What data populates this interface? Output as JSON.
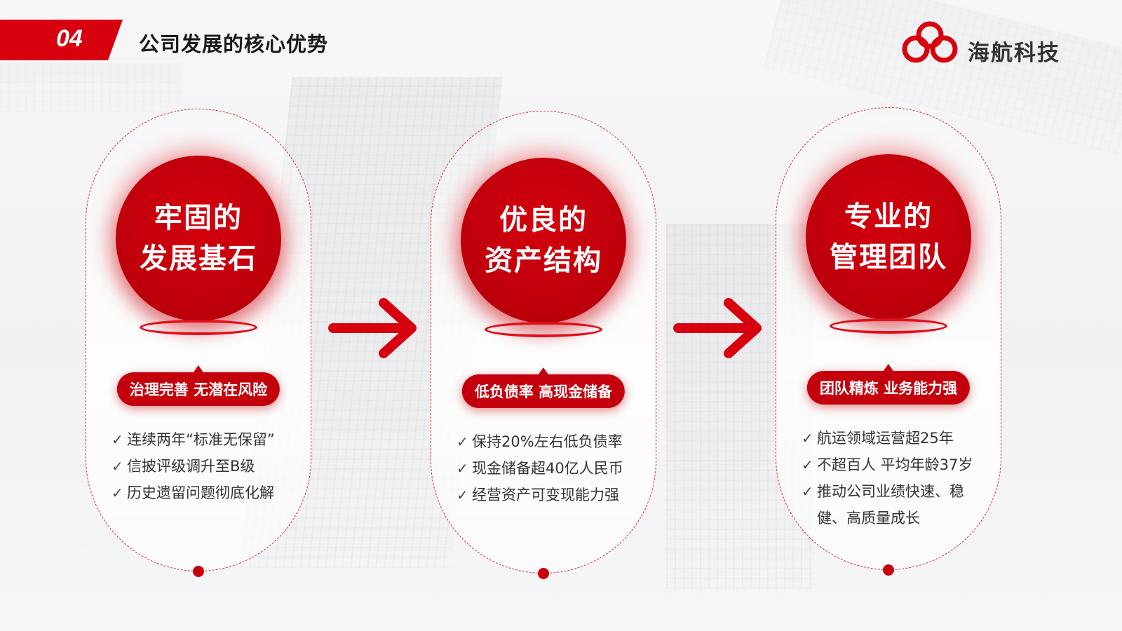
{
  "header": {
    "number": "04",
    "title": "公司发展的核心优势"
  },
  "brand": {
    "logo_icon": "triple-ring-logo-icon",
    "name": "海航科技",
    "accent_color": "#d7000f"
  },
  "cards": [
    {
      "title_lines": [
        "牢固的",
        "发展基石"
      ],
      "tag": "治理完善 无潜在风险",
      "bullets": [
        "连续两年“标准无保留”",
        "信披评级调升至B级",
        "历史遗留问题彻底化解"
      ]
    },
    {
      "title_lines": [
        "优良的",
        "资产结构"
      ],
      "tag": "低负债率 高现金储备",
      "bullets": [
        "保持20%左右低负债率",
        "现金储备超40亿人民币",
        "经营资产可变现能力强"
      ]
    },
    {
      "title_lines": [
        "专业的",
        "管理团队"
      ],
      "tag": "团队精炼 业务能力强",
      "bullets": [
        "航运领域运营超25年",
        "不超百人 平均年龄37岁",
        "推动公司业绩快速、稳健、高质量成长"
      ]
    }
  ],
  "icons": {
    "check": "✓",
    "arrow": "right-arrow-icon"
  }
}
